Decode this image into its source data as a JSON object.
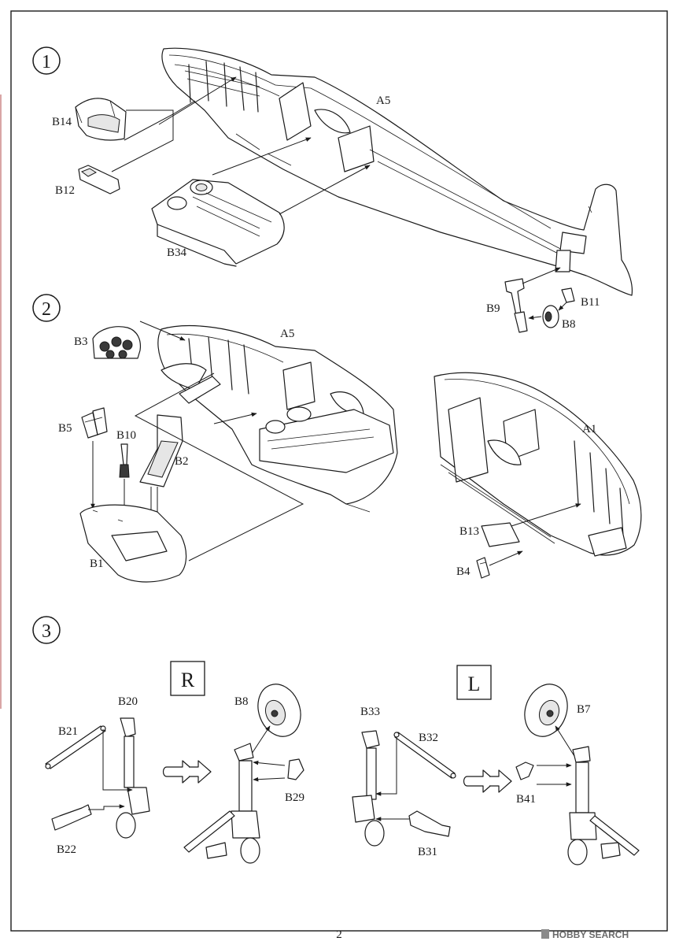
{
  "steps": [
    {
      "number": "1"
    },
    {
      "number": "2"
    },
    {
      "number": "3"
    }
  ],
  "step1": {
    "fuselage_label": "A5",
    "parts": [
      "B14",
      "B12",
      "B34",
      "B9",
      "B11",
      "B8"
    ]
  },
  "step2": {
    "fuselage_left_label": "A5",
    "fuselage_right_label": "A1",
    "parts": [
      "B3",
      "B5",
      "B10",
      "B2",
      "B1",
      "B13",
      "B4"
    ]
  },
  "step3": {
    "right_side_tag": "R",
    "left_side_tag": "L",
    "right_parts": [
      "B20",
      "B21",
      "B22",
      "B8",
      "B29"
    ],
    "left_parts": [
      "B33",
      "B32",
      "B31",
      "B7",
      "B41"
    ]
  },
  "footer": {
    "page_number": "2",
    "watermark": "HOBBY SEARCH"
  }
}
